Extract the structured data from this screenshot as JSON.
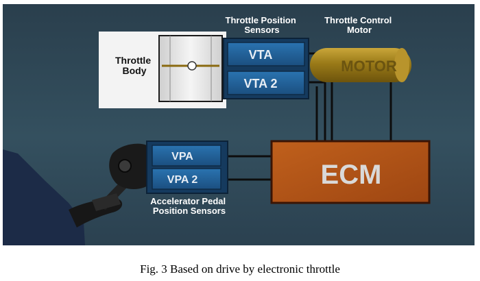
{
  "diagram": {
    "throttle_body_label": [
      "Throttle",
      "Body"
    ],
    "tps_title": [
      "Throttle Position",
      "Sensors"
    ],
    "motor_title": [
      "Throttle Control",
      "Motor"
    ],
    "vta_label": "VTA",
    "vta2_label": "VTA 2",
    "motor_label": "MOTOR",
    "vpa_label": "VPA",
    "vpa2_label": "VPA 2",
    "ecm_label": "ECM",
    "apps_title": [
      "Accelerator Pedal",
      "Position Sensors"
    ]
  },
  "caption": "Fig. 3 Based on drive by electronic throttle",
  "colors": {
    "background": "#2c4351",
    "sensor_blue": "#1f5e95",
    "motor_gold": "#9a7a18",
    "ecm_orange": "#b35418",
    "panel_white": "#f3f3f3"
  }
}
